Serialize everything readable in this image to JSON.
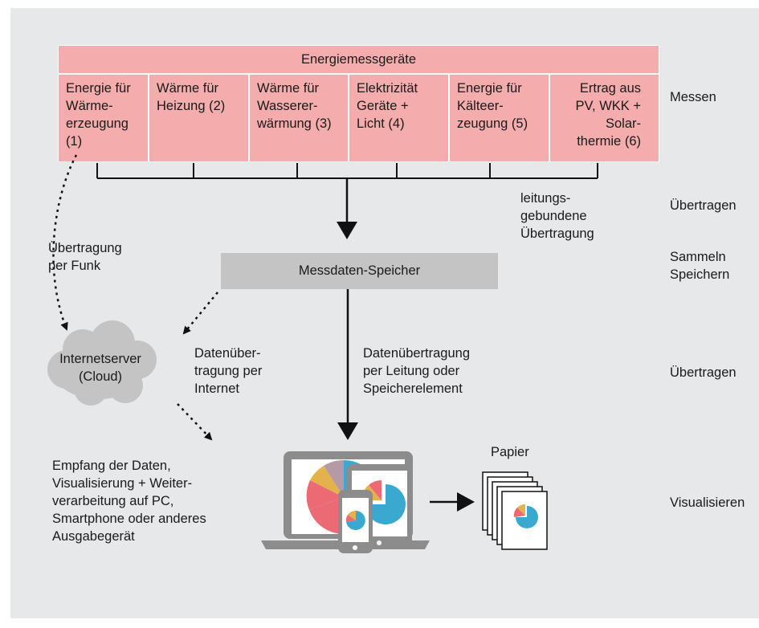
{
  "meter_block": {
    "title": "Energiemessgeräte",
    "columns": [
      {
        "lines": [
          "Energie für",
          "Wärme-",
          "erzeugung (1)"
        ]
      },
      {
        "lines": [
          "Wärme für",
          "Heizung (2)"
        ]
      },
      {
        "lines": [
          "Wärme für",
          "Wasserer-",
          "wärmung (3)"
        ]
      },
      {
        "lines": [
          "Elektrizität",
          "Geräte +",
          "Licht (4)"
        ]
      },
      {
        "lines": [
          "Energie für",
          "Kälteer-",
          "zeugung (5)"
        ]
      },
      {
        "lines": [
          "Ertrag aus",
          "PV, WKK +",
          "Solar-",
          "thermie (6)"
        ],
        "align": "right"
      }
    ]
  },
  "side_labels": {
    "messen": "Messen",
    "uebertragen_1": "Übertragen",
    "sammeln": [
      "Sammeln",
      "Speichern"
    ],
    "uebertragen_2": "Übertragen",
    "visualisieren": "Visualisieren"
  },
  "labels": {
    "wired": [
      "leitungs-",
      "gebundene",
      "Übertragung"
    ],
    "radio": [
      "Übertragung",
      "per Funk"
    ],
    "storage": "Messdaten-Speicher",
    "cloud": [
      "Internetserver",
      "(Cloud)"
    ],
    "internet": [
      "Datenüber-",
      "tragung per",
      "Internet"
    ],
    "line_transfer": [
      "Datenübertragung",
      "per Leitung oder",
      "Speicherelement"
    ],
    "receive": [
      "Empfang der Daten,",
      "Visualisierung + Weiter-",
      "verarbeitung auf PC,",
      "Smartphone oder anderes",
      "Ausgabegerät"
    ],
    "paper": "Papier"
  },
  "colors": {
    "background": "#e6e8ea",
    "meter_fill": "#f4adac",
    "storage_fill": "#c4c4c4",
    "cloud_fill": "#c4c4c4",
    "device_gray": "#8c8c8c",
    "pie_blue": "#3aa9cf",
    "pie_red": "#ec6a73",
    "pie_yellow": "#e3b24a",
    "pie_mauve": "#b59aa6"
  }
}
